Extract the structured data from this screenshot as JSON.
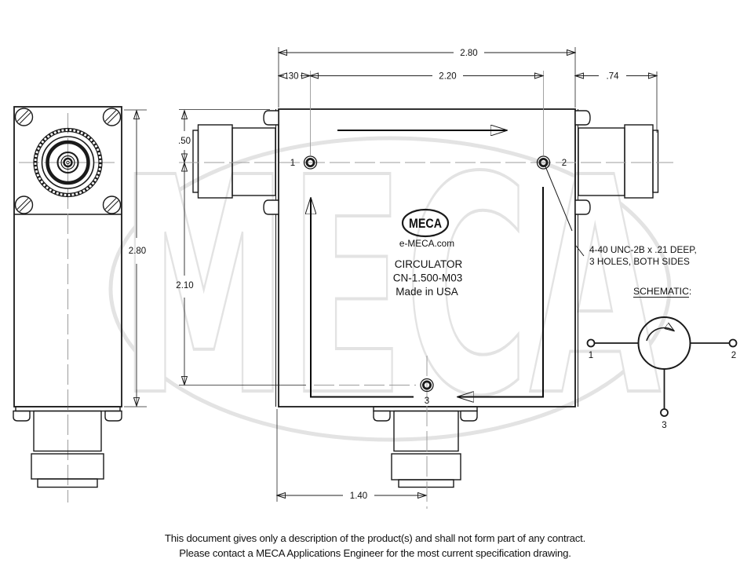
{
  "views": {
    "front": {
      "height_dim": "2.80"
    },
    "main": {
      "width_dim": "2.80",
      "port1_offset_dim": ".30",
      "port_spacing_dim": "2.20",
      "connector_dim": ".74",
      "centerline_dim": ".50",
      "vertical_dim": "2.10",
      "port3_offset_dim": "1.40",
      "port1": "1",
      "port2": "2",
      "port3": "3"
    }
  },
  "label_plate": {
    "logo": "MECA",
    "website": "e-MECA.com",
    "product": "CIRCULATOR",
    "model": "CN-1.500-M03",
    "origin": "Made in USA"
  },
  "note": {
    "line1": "4-40 UNC-2B x .21 DEEP,",
    "line2": "3 HOLES, BOTH SIDES"
  },
  "schematic": {
    "title": "SCHEMATIC:",
    "port1": "1",
    "port2": "2",
    "port3": "3"
  },
  "watermark": {
    "text": "MECA"
  },
  "footer": {
    "line1": "This document gives only a description of the product(s) and shall not form part of any contract.",
    "line2": "Please contact a MECA Applications Engineer for the most current specification drawing."
  }
}
